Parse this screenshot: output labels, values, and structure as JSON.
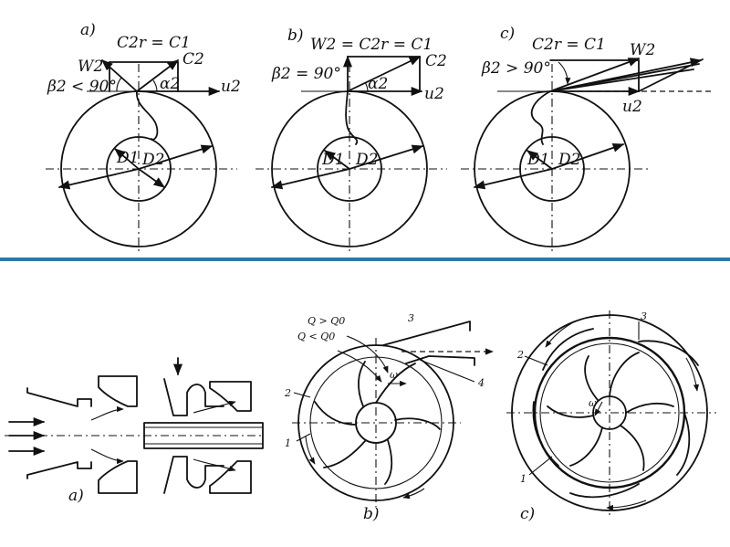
{
  "top": {
    "a": {
      "tag": "a)",
      "formula": "C2r = C1",
      "w": "W2",
      "c": "C2",
      "beta": "β2 < 90°",
      "alpha": "α2",
      "u": "u2",
      "d1": "D1",
      "d2": "D2"
    },
    "b": {
      "tag": "b)",
      "formula": "W2 = C2r = C1",
      "c": "C2",
      "beta": "β2 = 90°",
      "alpha": "α2",
      "u": "u2",
      "d1": "D1",
      "d2": "D2"
    },
    "c": {
      "tag": "c)",
      "formula": "C2r = C1",
      "w": "W2",
      "beta": "β2 > 90°",
      "u": "u2",
      "d1": "D1",
      "d2": "D2"
    }
  },
  "divider_color": "#2e78a8",
  "bottom": {
    "a": {
      "tag": "a)"
    },
    "b": {
      "tag": "b)",
      "q_over": "Q > Q0",
      "q_under": "Q < Q0",
      "omega": "ω",
      "n1": "1",
      "n2": "2",
      "n3": "3",
      "n4": "4"
    },
    "c": {
      "tag": "c)",
      "omega": "ω",
      "n1": "1",
      "n2": "2",
      "n3": "3"
    }
  }
}
